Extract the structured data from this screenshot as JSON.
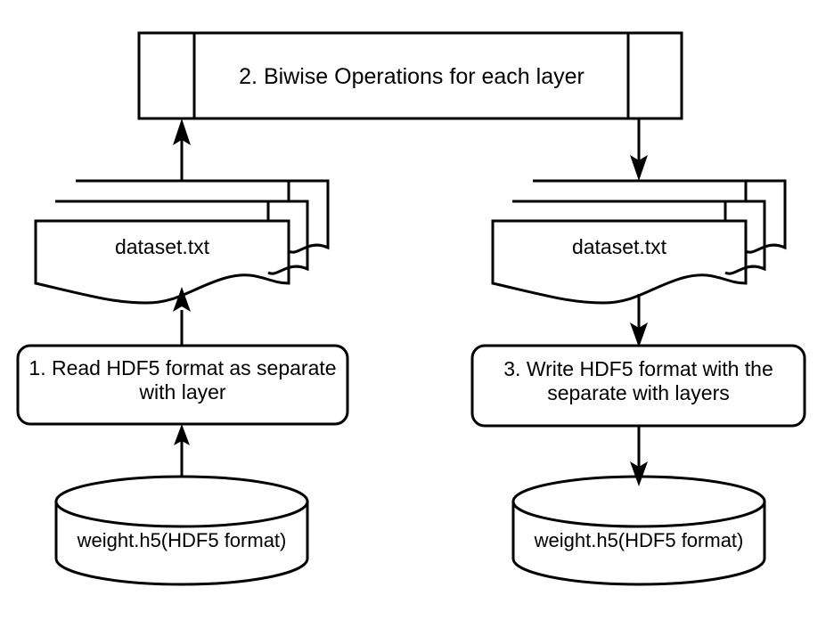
{
  "diagram": {
    "title": "HDF5 weight bitwise-operation pipeline flowchart",
    "background_color": "#ffffff",
    "stroke_color": "#000000",
    "nodes": {
      "bitwise_process": {
        "label": "2. Biwise Operations for each layer",
        "shape": "predefined-process"
      },
      "left_documents": {
        "label": "dataset.txt",
        "shape": "multi-document-stack",
        "copies": 3
      },
      "right_documents": {
        "label": "dataset.txt",
        "shape": "multi-document-stack",
        "copies": 3
      },
      "read_step": {
        "label": "1. Read HDF5 format as separate with layer",
        "shape": "rounded-rectangle"
      },
      "write_step": {
        "label": "3. Write HDF5 format with the separate with layers",
        "shape": "rounded-rectangle"
      },
      "left_database": {
        "label": "weight.h5(HDF5 format)",
        "shape": "cylinder"
      },
      "right_database": {
        "label": "weight.h5(HDF5 format)",
        "shape": "cylinder"
      }
    },
    "edges": [
      {
        "name": "db-to-read",
        "from": "left_database",
        "to": "read_step",
        "direction": "up"
      },
      {
        "name": "read-to-documents",
        "from": "read_step",
        "to": "left_documents",
        "direction": "up"
      },
      {
        "name": "documents-to-bitwise",
        "from": "left_documents",
        "to": "bitwise_process",
        "direction": "up"
      },
      {
        "name": "bitwise-to-documents",
        "from": "bitwise_process",
        "to": "right_documents",
        "direction": "down"
      },
      {
        "name": "documents-to-write",
        "from": "right_documents",
        "to": "write_step",
        "direction": "down"
      },
      {
        "name": "write-to-db",
        "from": "write_step",
        "to": "right_database",
        "direction": "down"
      }
    ]
  }
}
